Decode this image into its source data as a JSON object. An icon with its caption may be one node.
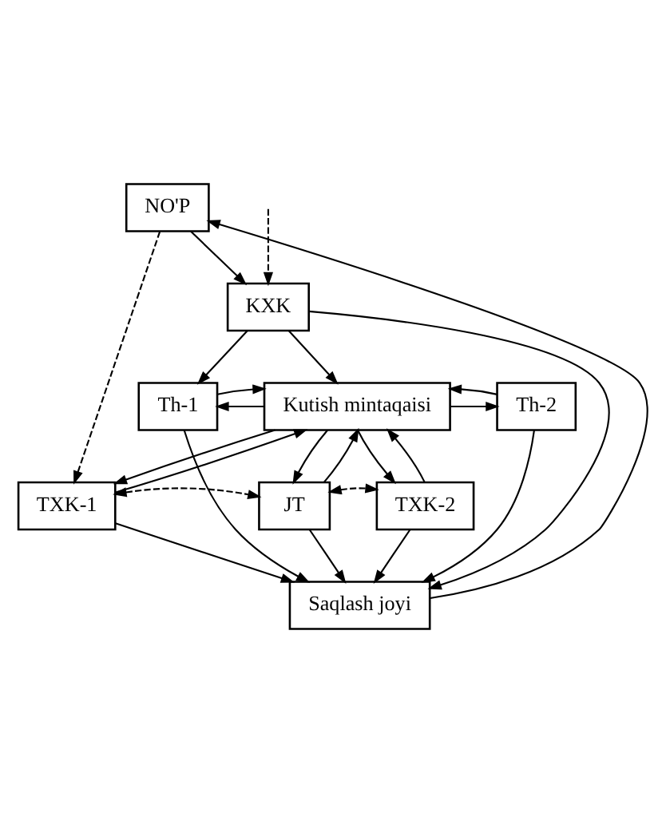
{
  "diagram": {
    "nodes": [
      {
        "text": [
          "NO'P"
        ]
      },
      {
        "text": [
          "KXK"
        ]
      },
      {
        "text": [
          "Th-1"
        ]
      },
      {
        "text": [
          "Kutish mintaqaisi"
        ]
      },
      {
        "text": [
          "Th-2"
        ]
      },
      {
        "text": [
          "TXK-1"
        ]
      },
      {
        "text": [
          "JT"
        ]
      },
      {
        "text": [
          "TXK-2"
        ]
      },
      {
        "text": [
          "Saqlash joyi"
        ]
      }
    ],
    "edges": [
      {
        "from": 0,
        "to": 1,
        "arrow": "to"
      },
      {
        "from": 0,
        "to": 5,
        "arrow": "to",
        "style": "dashed"
      },
      {
        "from": null,
        "to": 1,
        "arrow": "to",
        "style": "dashed"
      },
      {
        "from": 1,
        "to": 3,
        "arrow": "to"
      },
      {
        "from": 1,
        "to": 2,
        "arrow": "to"
      },
      {
        "from": 1,
        "to": 8,
        "arrow": "to"
      },
      {
        "from": 2,
        "to": 8,
        "arrow": "to"
      },
      {
        "from": 3,
        "to": 2,
        "arrow": "to"
      },
      {
        "from": 2,
        "to": 3,
        "arrow": "to"
      },
      {
        "from": 3,
        "to": 4,
        "arrow": "to"
      },
      {
        "from": 4,
        "to": 3,
        "arrow": "to"
      },
      {
        "from": 3,
        "to": 5,
        "arrow": "to"
      },
      {
        "from": 5,
        "to": 3,
        "arrow": "to"
      },
      {
        "from": 3,
        "to": 6,
        "arrow": "to"
      },
      {
        "from": 6,
        "to": 3,
        "arrow": "to"
      },
      {
        "from": 7,
        "to": 3,
        "arrow": "to"
      },
      {
        "from": 3,
        "to": 7,
        "arrow": "to"
      },
      {
        "from": 5,
        "to": 6,
        "arrow": "both",
        "style": "dashed"
      },
      {
        "from": 6,
        "to": 7,
        "arrow": "both",
        "style": "dashed"
      },
      {
        "from": 5,
        "to": 8,
        "arrow": "to"
      },
      {
        "from": 6,
        "to": 8,
        "arrow": "to"
      },
      {
        "from": 7,
        "to": 8,
        "arrow": "to"
      },
      {
        "from": 4,
        "to": 8,
        "arrow": "to"
      },
      {
        "from": 8,
        "to": 0,
        "arrow": "to"
      }
    ]
  }
}
